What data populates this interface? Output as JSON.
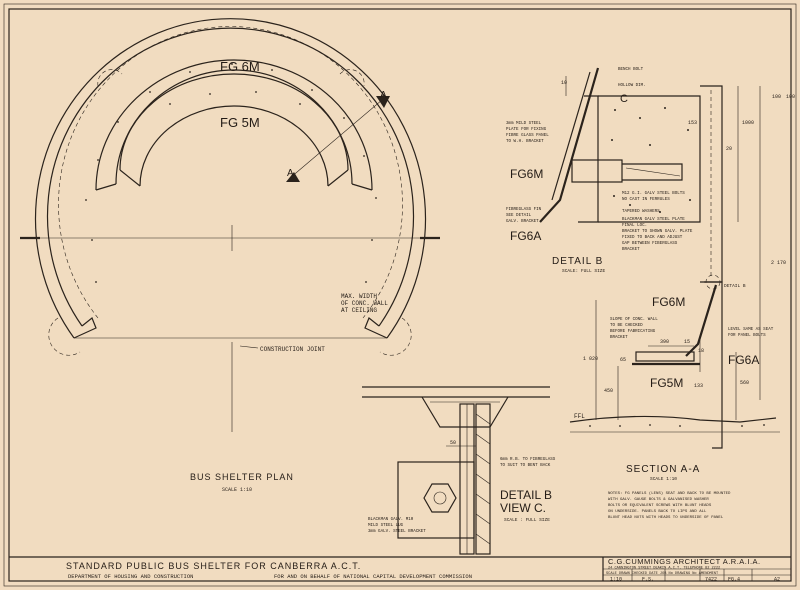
{
  "plan": {
    "label_fg6m": "FG 6M",
    "label_fg5m": "FG 5M",
    "section_mark_a": "A",
    "max_width_note": [
      "MAX. WIDTH",
      "OF CONC. WALL",
      "AT CEILING"
    ],
    "construction_joint": "CONSTRUCTION JOINT",
    "title": "BUS SHELTER PLAN",
    "scale": "SCALE 1:10"
  },
  "detail_b": {
    "title": "DETAIL B",
    "scale": "SCALE: FULL SIZE",
    "label_fg6m": "FG6M",
    "label_fg6a": "FG6A",
    "label_c": "C",
    "dims": [
      "10",
      "1000",
      "100",
      "100",
      "20",
      "153",
      "2 170"
    ],
    "notes": [
      "BENCH BOLT",
      "HOLLOW DIM.",
      "3mm MILD STEEL",
      "PLATE FOR FIXING",
      "FIBRE GLASS PANEL",
      "TO W.H. BRACKET",
      "FIBREGLASS FIN",
      "SEE DETAIL",
      "GALV. BRACKET",
      "M12 G.I. GALV STEEL BOLTS",
      "NO CAST IN FERRULES",
      "TAPERED WASHERS",
      "BLACKMAN GALV STEEL PLATE",
      "FINAL LOC.",
      "BRACKET TO SHOWN GALV. PLATE",
      "FIXED TO BACK AND ADJUST",
      "GAP BETWEEN FIBERGLASS",
      "BRACKET"
    ]
  },
  "section_aa": {
    "title": "SECTION A-A",
    "scale": "SCALE 1:10",
    "label_fg6m": "FG6M",
    "label_fg6a": "FG6A",
    "label_fg5m": "FG5M",
    "detail_ref": "DETAIL B",
    "ffl": "FFL",
    "dims": [
      "1 020",
      "390",
      "15",
      "65",
      "18",
      "133",
      "450",
      "560"
    ],
    "notes_left": [
      "SLOPE OF CONC. WALL",
      "TO BE CHECKED",
      "BEFORE FABRICATING",
      "BRACKET"
    ],
    "notes_right": [
      "LEVEL SAME AS SEAT",
      "FOR PANEL BOLTS"
    ],
    "footnote": [
      "NOTES: FG PANELS (LENS) SEAT AND BACK TO BE MOUNTED",
      "WITH GALV. GAUGE BOLTS & GALVANISED WASHER",
      "BOLTS OR EQUIVALENT SCREWS WITH BLUNT HEADS",
      "ON UNDERSIDE. PANELS BACK TO LIPS AND ALL",
      "BLUNT HEAD NUTS WITH HEADS TO UNDERSIDE OF PANEL"
    ]
  },
  "detail_b_view": {
    "title_line1": "DETAIL B",
    "title_line2": "VIEW C.",
    "scale": "SCALE : FULL SIZE",
    "dim": "50",
    "note_top": [
      "6mm R.B. TO FIBREGLASS",
      "TO SUIT TO BENT BACK"
    ],
    "note_bottom": [
      "BLACKMAN GALV. M10",
      "MILD STEEL LUG",
      "3mm GALV. STEEL BRACKET"
    ]
  },
  "title_block": {
    "main_title": "STANDARD   PUBLIC   BUS   SHELTER   FOR   CANBERRA   A.C.T.",
    "department": "DEPARTMENT  OF  HOUSING  AND  CONSTRUCTION",
    "on_behalf": "FOR  AND  ON  BEHALF  OF  NATIONAL  CAPITAL  DEVELOPMENT  COMMISSION",
    "architect": "C.G.CUMMINGS   ARCHITECT   A.R.A.I.A.",
    "address": "24 CANNINGTON STREET DEAKIN A.C.T. TELEPHONE 82 2222",
    "sub_row": "SCALE   DRAWN   CHECKED   DATE   JOB No   DRAWING No   AMENDMENT",
    "scale_val": "1:10",
    "drawn_val": "F.S.",
    "job_val": "7422",
    "drawing_val": "FG.4",
    "sheet_val": "A2"
  }
}
